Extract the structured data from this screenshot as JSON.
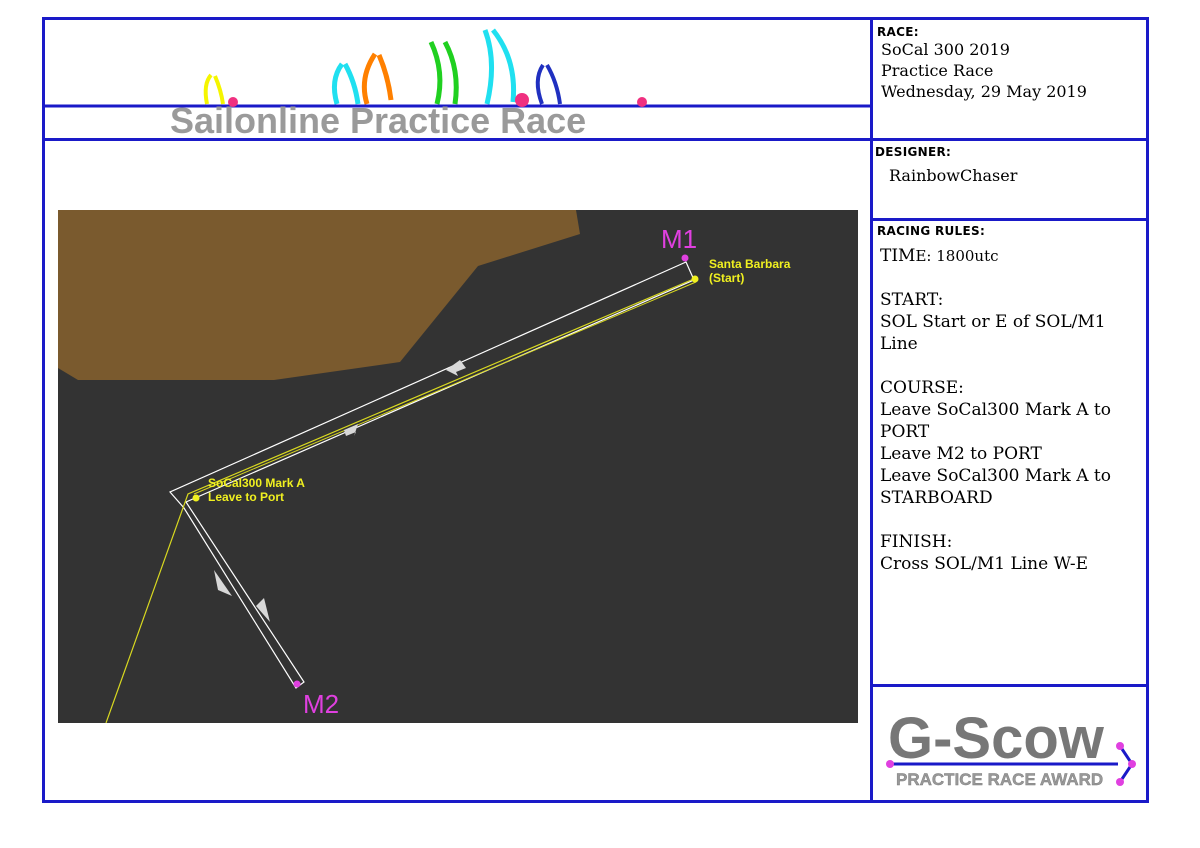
{
  "banner": {
    "title": "Sailonline Practice Race"
  },
  "race": {
    "label": "RACE:",
    "lines": [
      "SoCal 300 2019",
      "Practice Race",
      "Wednesday, 29 May 2019"
    ]
  },
  "designer": {
    "label": "DESIGNER:",
    "name": "RainbowChaser"
  },
  "rules": {
    "label": "RACING RULES:",
    "time": {
      "prefix": "TIM",
      "suffix": "E: 1800utc"
    },
    "start": [
      "START:",
      "SOL Start or E of SOL/M1",
      "Line"
    ],
    "course": [
      "COURSE:",
      "Leave SoCal300 Mark A to",
      "PORT",
      "Leave M2 to PORT",
      "Leave SoCal300 Mark A to",
      "STARBOARD"
    ],
    "finish": [
      "FINISH:",
      "Cross SOL/M1 Line W-E"
    ]
  },
  "map": {
    "marks": {
      "m1": "M1",
      "m2": "M2",
      "start_name": "Santa Barbara",
      "start_sub": "(Start)",
      "marka_name": "SoCal300 Mark A",
      "marka_sub": "Leave to Port"
    },
    "colors": {
      "sea": "#333333",
      "land": "#7a5a2e",
      "route": "#d8d820",
      "mark": "#e040e0",
      "label": "#f0f020"
    }
  },
  "award": {
    "title": "G-Scow",
    "subtitle": "PRACTICE RACE AWARD"
  },
  "colors": {
    "frame": "#1a1ac8"
  }
}
